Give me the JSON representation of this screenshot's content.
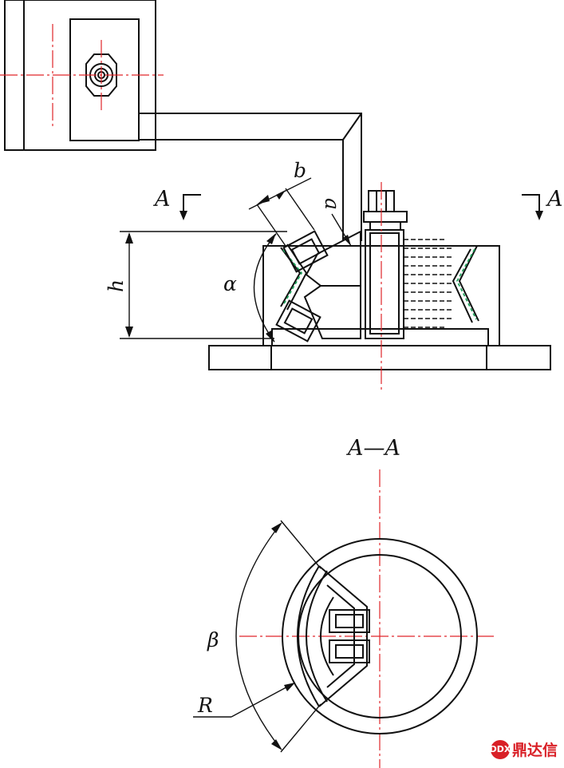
{
  "labels": {
    "b": "b",
    "a": "a",
    "h": "h",
    "alpha": "α",
    "beta": "β",
    "R": "R",
    "section_left": "A",
    "section_right": "A",
    "section_title": "A—A"
  },
  "watermark": {
    "text": "鼎达信",
    "badge": "DDX"
  },
  "colors": {
    "line": "#111111",
    "centerline": "#e0262a",
    "coating": "#1fa35b",
    "watermark": "#d92027"
  }
}
